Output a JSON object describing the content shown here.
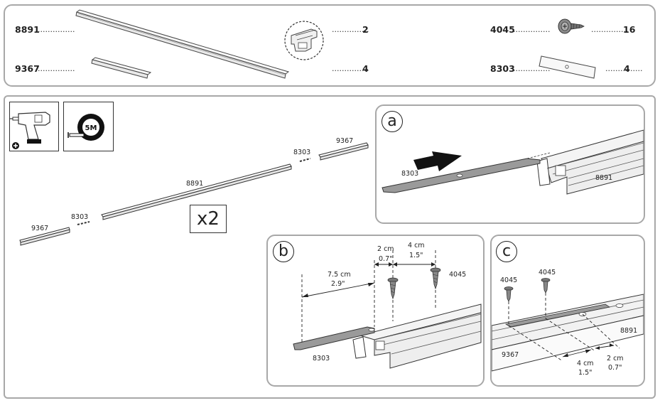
{
  "parts": {
    "p8891": {
      "code": "8891",
      "qty": "2"
    },
    "p9367": {
      "code": "9367",
      "qty": "4"
    },
    "p4045": {
      "code": "4045",
      "qty": "16"
    },
    "p8303": {
      "code": "8303",
      "qty": "4"
    },
    "dots": "..............."
  },
  "tools": {
    "tape_label": "5M"
  },
  "main": {
    "multiplier": "x2",
    "labels": {
      "left_9367": "9367",
      "left_8303": "8303",
      "center_8891": "8891",
      "right_8303": "8303",
      "right_9367": "9367"
    }
  },
  "detail_a": {
    "letter": "a",
    "label_8303": "8303",
    "label_8891": "8891"
  },
  "detail_b": {
    "letter": "b",
    "dim1_cm": "7.5 cm",
    "dim1_in": "2.9\"",
    "dim2_cm": "2 cm",
    "dim2_in": "0.7\"",
    "dim3_cm": "4 cm",
    "dim3_in": "1.5\"",
    "label_4045": "4045",
    "label_8303": "8303"
  },
  "detail_c": {
    "letter": "c",
    "label_4045_a": "4045",
    "label_4045_b": "4045",
    "label_8891": "8891",
    "label_9367": "9367",
    "dim_4cm": "4 cm",
    "dim_4in": "1.5\"",
    "dim_2cm": "2 cm",
    "dim_2in": "0.7\""
  }
}
